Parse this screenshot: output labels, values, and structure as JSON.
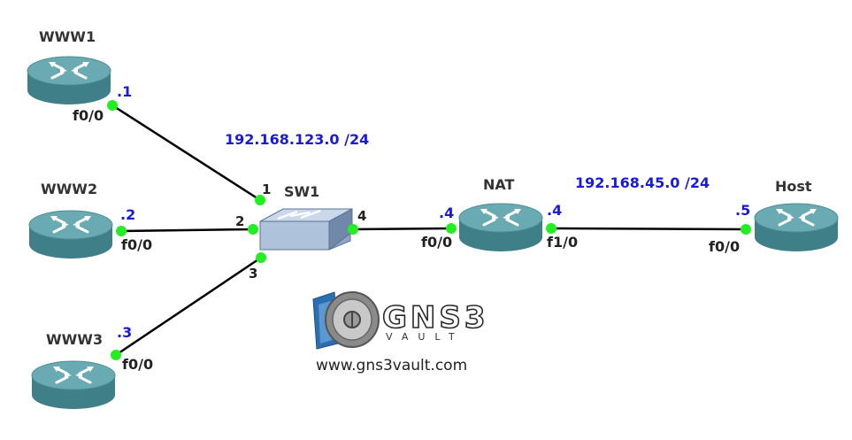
{
  "colors": {
    "link": "#000000",
    "port_dot": "#22ee22",
    "router_top": "#5fa0a8",
    "router_side": "#3e7f88",
    "switch_face": "#b8cce4",
    "ip_text": "#1a1adb"
  },
  "devices": {
    "www1": {
      "name": "WWW1",
      "icon": "router-icon"
    },
    "www2": {
      "name": "WWW2",
      "icon": "router-icon"
    },
    "www3": {
      "name": "WWW3",
      "icon": "router-icon"
    },
    "sw1": {
      "name": "SW1",
      "icon": "switch-icon"
    },
    "nat": {
      "name": "NAT",
      "icon": "router-icon"
    },
    "host": {
      "name": "Host",
      "icon": "router-icon"
    }
  },
  "networks": {
    "lan": "192.168.123.0 /24",
    "wan": "192.168.45.0 /24"
  },
  "links": [
    {
      "from": "www1",
      "to": "sw1",
      "from_if": "f0/0",
      "from_ip": ".1",
      "to_port": "1"
    },
    {
      "from": "www2",
      "to": "sw1",
      "from_if": "f0/0",
      "from_ip": ".2",
      "to_port": "2"
    },
    {
      "from": "www3",
      "to": "sw1",
      "from_if": "f0/0",
      "from_ip": ".3",
      "to_port": "3"
    },
    {
      "from": "sw1",
      "to": "nat",
      "from_port": "4",
      "to_if": "f0/0",
      "to_ip": ".4"
    },
    {
      "from": "nat",
      "to": "host",
      "from_if": "f1/0",
      "from_ip": ".4",
      "to_if": "f0/0",
      "to_ip": ".5"
    }
  ],
  "logo": {
    "brand": "GNS3",
    "sub": "VAULT",
    "url": "www.gns3vault.com"
  }
}
